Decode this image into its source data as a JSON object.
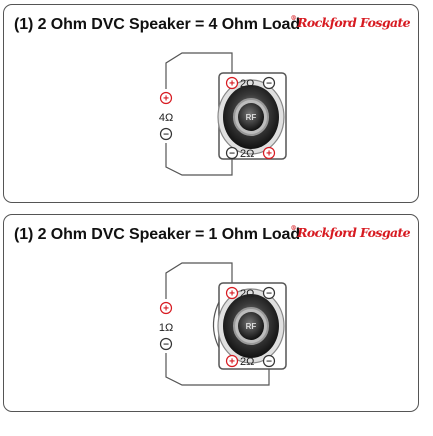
{
  "panels": [
    {
      "title": "(1) 2 Ohm DVC Speaker = 4 Ohm Load",
      "logo": "Rockford Fosgate",
      "amp_load_label": "4Ω",
      "coil_top_label": "2Ω",
      "coil_bottom_label": "2Ω",
      "wiring": "series"
    },
    {
      "title": "(1) 2 Ohm DVC Speaker = 1 Ohm Load",
      "logo": "Rockford Fosgate",
      "amp_load_label": "1Ω",
      "coil_top_label": "2Ω",
      "coil_bottom_label": "2Ω",
      "wiring": "parallel"
    }
  ],
  "colors": {
    "positive": "#d71a21",
    "negative": "#333333",
    "wire": "#555555",
    "frame": "#555555"
  },
  "icons": {
    "positive": "plus-terminal-icon",
    "negative": "minus-terminal-icon",
    "speaker": "speaker-icon"
  }
}
